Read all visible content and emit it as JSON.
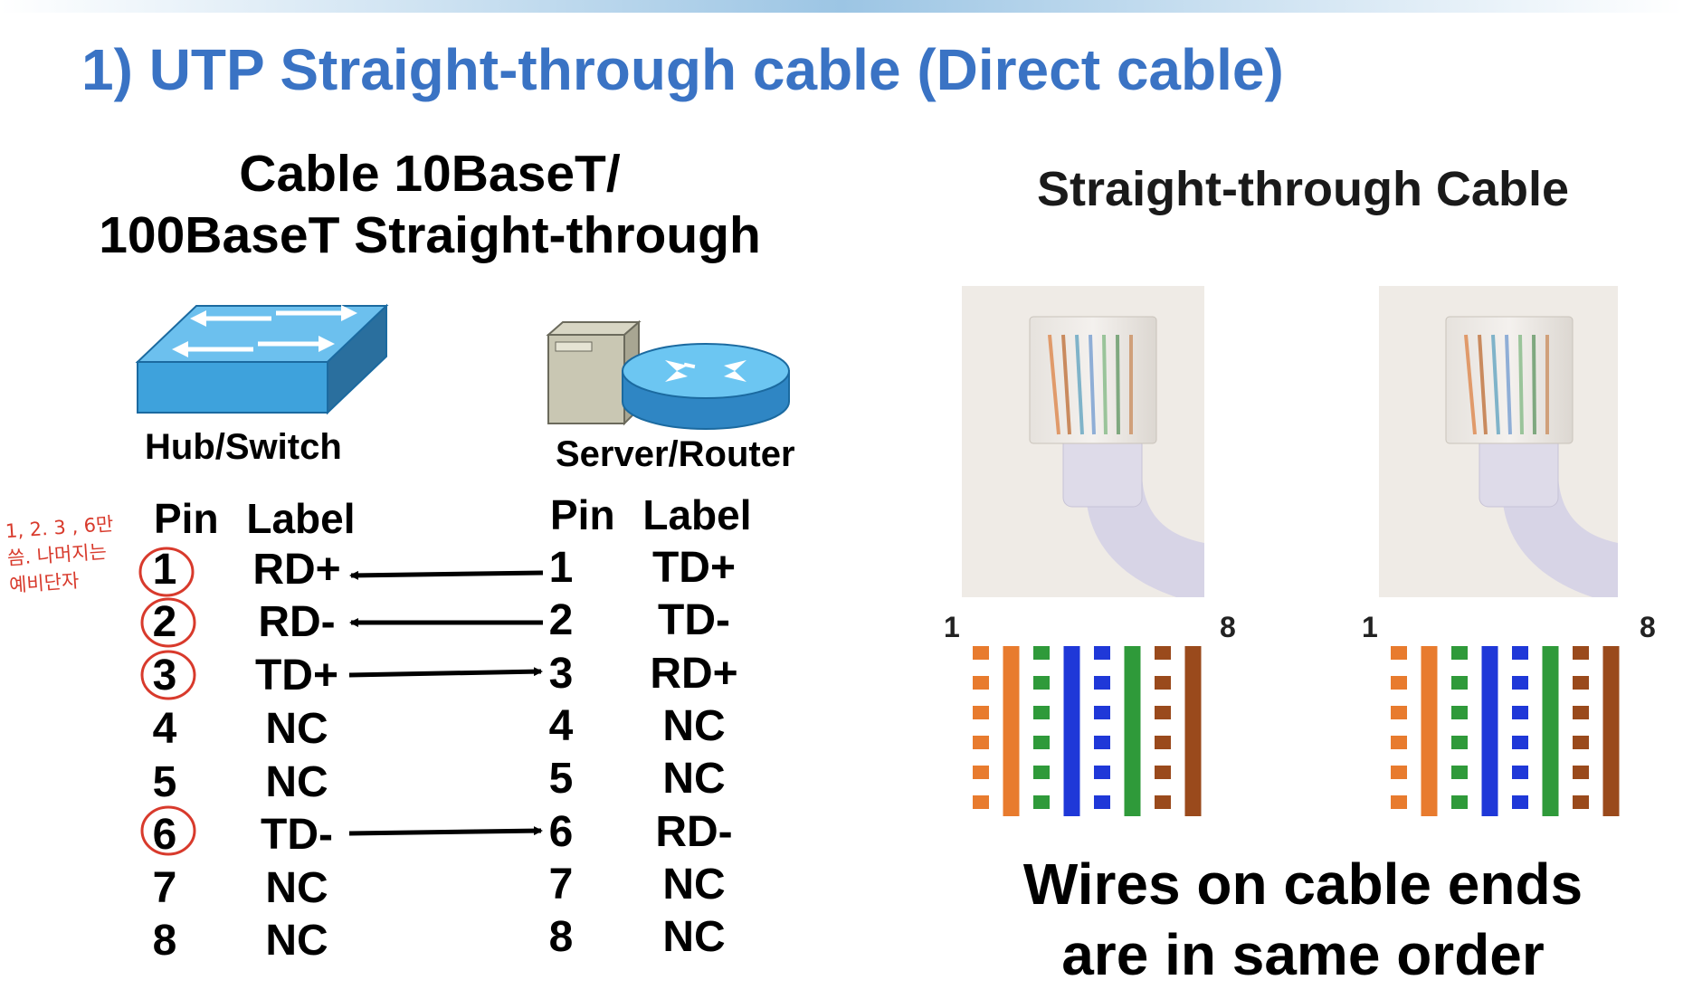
{
  "page": {
    "title": "1) UTP Straight-through cable (Direct cable)"
  },
  "diagram": {
    "title_line1": "Cable 10BaseT/",
    "title_line2": "100BaseT Straight-through",
    "left_device": "Hub/Switch",
    "right_device": "Server/Router",
    "header_pin": "Pin",
    "header_label": "Label",
    "left_pins": [
      {
        "pin": "1",
        "label": "RD+"
      },
      {
        "pin": "2",
        "label": "RD-"
      },
      {
        "pin": "3",
        "label": "TD+"
      },
      {
        "pin": "4",
        "label": "NC"
      },
      {
        "pin": "5",
        "label": "NC"
      },
      {
        "pin": "6",
        "label": "TD-"
      },
      {
        "pin": "7",
        "label": "NC"
      },
      {
        "pin": "8",
        "label": "NC"
      }
    ],
    "right_pins": [
      {
        "pin": "1",
        "label": "TD+"
      },
      {
        "pin": "2",
        "label": "TD-"
      },
      {
        "pin": "3",
        "label": "RD+"
      },
      {
        "pin": "4",
        "label": "NC"
      },
      {
        "pin": "5",
        "label": "NC"
      },
      {
        "pin": "6",
        "label": "RD-"
      },
      {
        "pin": "7",
        "label": "NC"
      },
      {
        "pin": "8",
        "label": "NC"
      }
    ],
    "connections": [
      {
        "left_pin": "1",
        "right_pin": "1",
        "direction": "to-left"
      },
      {
        "left_pin": "2",
        "right_pin": "2",
        "direction": "to-left"
      },
      {
        "left_pin": "3",
        "right_pin": "3",
        "direction": "to-right"
      },
      {
        "left_pin": "6",
        "right_pin": "6",
        "direction": "to-right"
      }
    ],
    "circled_pins": [
      "1",
      "2",
      "3",
      "6"
    ],
    "annotation_lines": [
      "1, 2. 3 , 6만",
      "씀. 나머지는",
      "예비단자"
    ]
  },
  "photos": {
    "title": "Straight-through Cable",
    "end_label_first": "1",
    "end_label_last": "8",
    "caption_line1": "Wires on cable ends",
    "caption_line2": "are in same order",
    "wire_colors": [
      {
        "name": "white-orange",
        "stripe": "#e87b2e",
        "striped": true
      },
      {
        "name": "orange",
        "stripe": "#e87b2e",
        "striped": false
      },
      {
        "name": "white-green",
        "stripe": "#2f9a3a",
        "striped": true
      },
      {
        "name": "blue",
        "stripe": "#1f38d8",
        "striped": false
      },
      {
        "name": "white-blue",
        "stripe": "#1f38d8",
        "striped": true
      },
      {
        "name": "green",
        "stripe": "#2f9a3a",
        "striped": false
      },
      {
        "name": "white-brown",
        "stripe": "#9a4a1c",
        "striped": true
      },
      {
        "name": "brown",
        "stripe": "#9a4a1c",
        "striped": false
      }
    ]
  },
  "colors": {
    "title_blue": "#3a73c4",
    "annotation_red": "#d83a2c",
    "device_blue": "#4aa6dc"
  }
}
